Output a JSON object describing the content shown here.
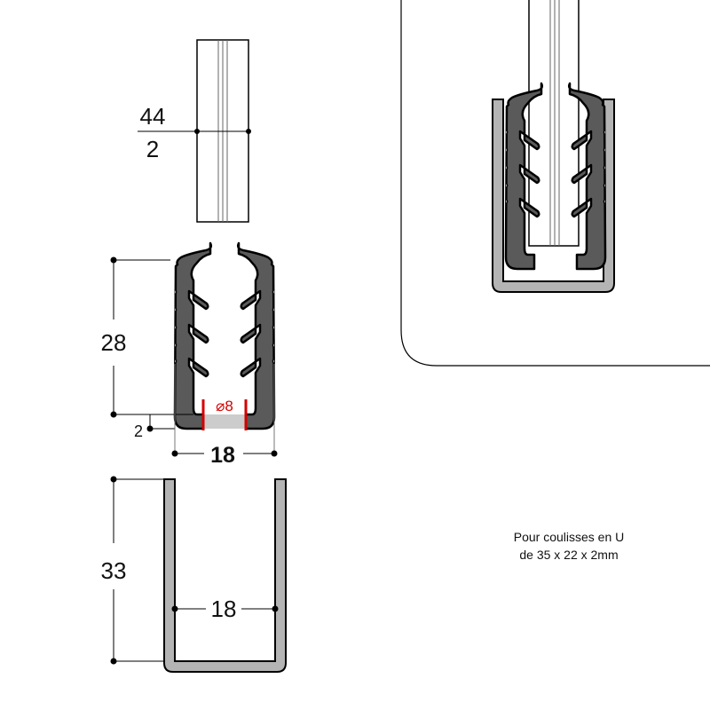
{
  "dimensions": {
    "glass_thickness_top": "44",
    "glass_thickness_bottom": "2",
    "profile_height": "28",
    "profile_base": "2",
    "profile_width": "18",
    "hole_diameter": "⌀8",
    "channel_height": "33",
    "channel_inner_width": "18"
  },
  "note": {
    "line1": "Pour coulisses en U",
    "line2": "de 35 x 22 x 2mm"
  },
  "colors": {
    "profile": "#5a5a5a",
    "channel": "#b4b4b4",
    "insert": "#cccccc",
    "hole_marker": "#d40000"
  }
}
